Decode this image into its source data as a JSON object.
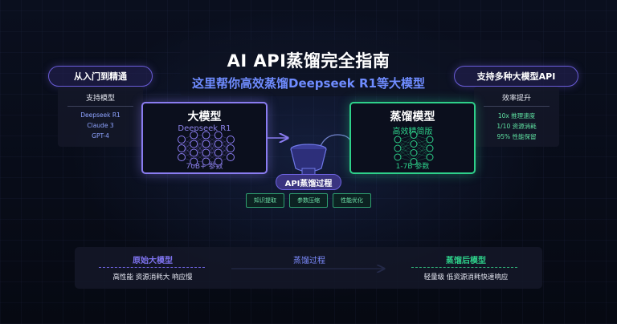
{
  "header": {
    "title": "AI API蒸馏完全指南",
    "subtitle": "这里帮你高效蒸馏Deepseek R1等大模型"
  },
  "left_panel": {
    "pill_label": "从入门到精通",
    "heading": "支持模型",
    "items": [
      "Deepseek R1",
      "Claude 3",
      "GPT-4"
    ]
  },
  "right_panel": {
    "pill_label": "支持多种大模型API",
    "heading": "效率提升",
    "items": [
      "10x 推理速度",
      "1/10 资源消耗",
      "95% 性能保留"
    ]
  },
  "big_model": {
    "title": "大模型",
    "subtitle": "Deepseek R1",
    "params": "70B+ 参数"
  },
  "distilled_model": {
    "title": "蒸馏模型",
    "subtitle": "高效精简版",
    "params": "1-7B 参数"
  },
  "process": {
    "label": "API蒸馏过程",
    "tags": [
      "知识提取",
      "参数压缩",
      "性能优化"
    ]
  },
  "bottom_flow": {
    "left_label": "原始大模型",
    "left_desc": "高性能 资源消耗大 响应慢",
    "middle_label": "蒸馏过程",
    "right_label": "蒸馏后模型",
    "right_desc": "轻量级 低资源消耗快速响应"
  },
  "colors": {
    "purple": "#8a7cf0",
    "green": "#2ed08a",
    "blue_text": "#6f8cff"
  }
}
